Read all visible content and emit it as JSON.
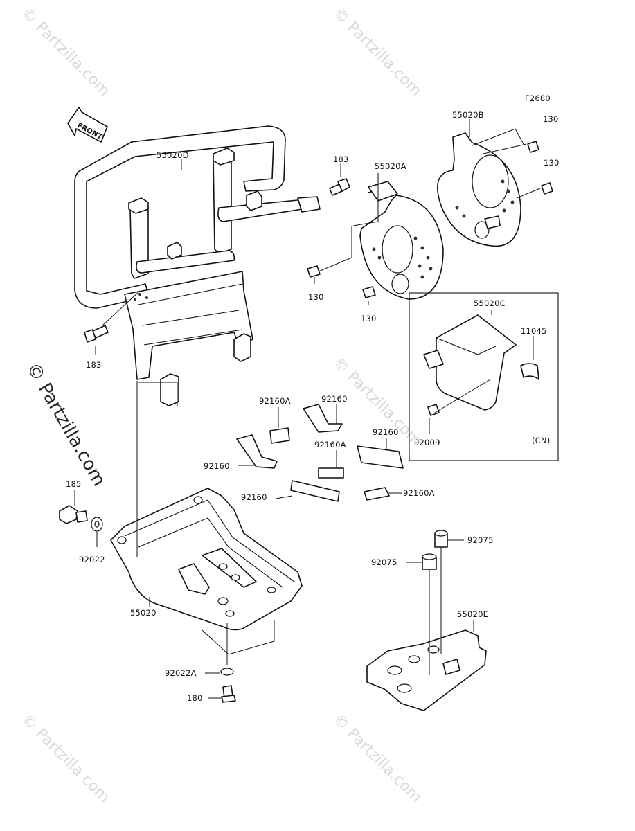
{
  "diagram": {
    "figure_code": "F2680",
    "front_label": "FRONT",
    "watermark": "© Partzilla.com",
    "inset_note": "(CN)",
    "labels": {
      "p55020D": "55020D",
      "p55020B": "55020B",
      "p130_a": "130",
      "p130_b": "130",
      "p183_top": "183",
      "p55020A": "55020A",
      "p130_c": "130",
      "p130_d": "130",
      "p183_left": "183",
      "p55020C": "55020C",
      "p11045": "11045",
      "p92009": "92009",
      "p92160A_1": "92160A",
      "p92160_1": "92160",
      "p92160A_2": "92160A",
      "p92160_2": "92160",
      "p92160_3": "92160",
      "p92160_4": "92160",
      "p92160A_3": "92160A",
      "p185": "185",
      "p92022": "92022",
      "p55020": "55020",
      "p92022A": "92022A",
      "p180": "180",
      "p92075_1": "92075",
      "p92075_2": "92075",
      "p55020E": "55020E"
    }
  }
}
